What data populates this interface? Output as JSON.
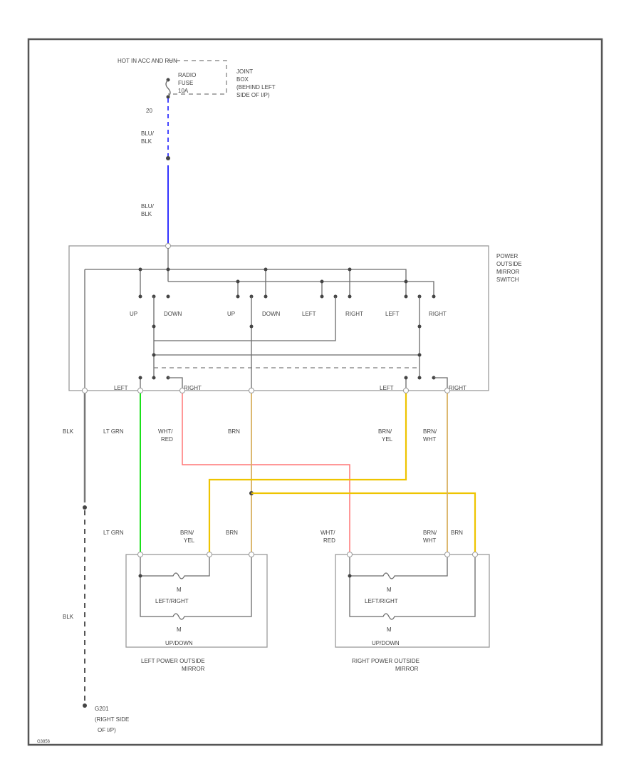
{
  "title_hot": "HOT IN ACC AND RUN",
  "fuse": {
    "line1": "RADIO",
    "line2": "FUSE",
    "line3": "10A",
    "number": "20"
  },
  "junction": {
    "line1": "JOINT",
    "line2": "BOX",
    "line3": "(BEHIND LEFT",
    "line4": "SIDE OF I/P)"
  },
  "supply_wire": {
    "upper_l1": "BLU/",
    "upper_l2": "BLK",
    "lower_l1": "BLU/",
    "lower_l2": "BLK"
  },
  "switch": {
    "name_l1": "POWER",
    "name_l2": "OUTSIDE",
    "name_l3": "MIRROR",
    "name_l4": "SWITCH",
    "contacts": [
      "UP",
      "DOWN",
      "UP",
      "DOWN",
      "LEFT",
      "RIGHT",
      "LEFT",
      "RIGHT"
    ],
    "bottom_left": "LEFT",
    "bottom_right": "RIGHT",
    "bottom_left2": "LEFT",
    "bottom_right2": "RIGHT"
  },
  "wires_top": {
    "ground": "BLK",
    "ltgrn": "LT GRN",
    "whtred_l1": "WHT/",
    "whtred_l2": "RED",
    "brn": "BRN",
    "brnyel_l1": "BRN/",
    "brnyel_l2": "YEL",
    "brnwht_l1": "BRN/",
    "brnwht_l2": "WHT"
  },
  "wires_bottom": {
    "ltgrn": "LT GRN",
    "brnyel_l1": "BRN/",
    "brnyel_l2": "YEL",
    "brn": "BRN",
    "whtred_l1": "WHT/",
    "whtred_l2": "RED",
    "brnwht_l1": "BRN/",
    "brnwht_l2": "WHT",
    "brn2": "BRN"
  },
  "left_mirror": {
    "motor_top": "M",
    "motor_label": "LEFT/RIGHT",
    "motor_bottom": "M",
    "motor_bottom_label": "UP/DOWN",
    "name_l1": "LEFT POWER OUTSIDE",
    "name_l2": "MIRROR"
  },
  "right_mirror": {
    "motor_top": "M",
    "motor_label": "LEFT/RIGHT",
    "motor_bottom": "M",
    "motor_bottom_label": "UP/DOWN",
    "name_l1": "RIGHT POWER OUTSIDE",
    "name_l2": "MIRROR"
  },
  "ground_bottom": {
    "wire": "BLK",
    "g_l1": "G201",
    "g_l2": "(RIGHT SIDE",
    "g_l3": "OF I/P)"
  },
  "corner_code": "G3856",
  "colors": {
    "blue": "#3333ff",
    "green": "#00dd00",
    "pink": "#ff7777",
    "tan": "#d8b060",
    "yellow": "#eec400"
  }
}
